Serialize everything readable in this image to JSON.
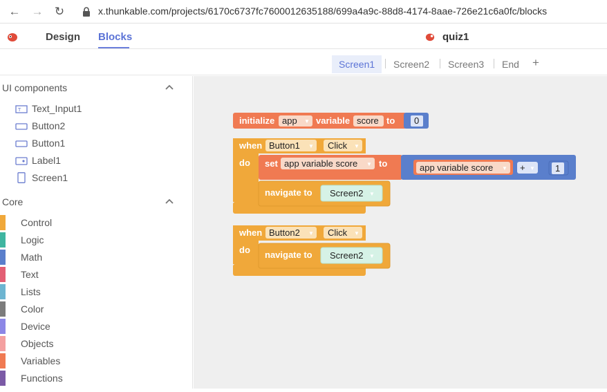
{
  "browser": {
    "url": "x.thunkable.com/projects/6170c6737fc7600012635188/699a4a9c-88d8-4174-8aae-726e21c6a0fc/blocks"
  },
  "header": {
    "tabs": [
      {
        "label": "Design"
      },
      {
        "label": "Blocks",
        "active": true
      }
    ],
    "project_name": "quiz1"
  },
  "screens": {
    "tabs": [
      "Screen1",
      "Screen2",
      "Screen3",
      "End"
    ],
    "active": "Screen1",
    "add_label": "+"
  },
  "sidebar": {
    "ui_title": "UI components",
    "components": [
      {
        "label": "Text_Input1",
        "icon": "text-input-icon"
      },
      {
        "label": "Button2",
        "icon": "button-icon"
      },
      {
        "label": "Button1",
        "icon": "button-icon"
      },
      {
        "label": "Label1",
        "icon": "label-icon"
      },
      {
        "label": "Screen1",
        "icon": "screen-icon"
      }
    ],
    "core_title": "Core",
    "core": [
      {
        "label": "Control",
        "color": "#f0a83a"
      },
      {
        "label": "Logic",
        "color": "#3fb5a0"
      },
      {
        "label": "Math",
        "color": "#5a7fcc"
      },
      {
        "label": "Text",
        "color": "#e35f74"
      },
      {
        "label": "Lists",
        "color": "#6db5d1"
      },
      {
        "label": "Color",
        "color": "#7c7c7c"
      },
      {
        "label": "Device",
        "color": "#8c87e6"
      },
      {
        "label": "Objects",
        "color": "#f4a0a0"
      },
      {
        "label": "Variables",
        "color": "#f07a52"
      },
      {
        "label": "Functions",
        "color": "#7b5aa6"
      }
    ]
  },
  "blocks": {
    "init": {
      "kw_initialize": "initialize",
      "scope": "app",
      "kw_variable": "variable",
      "name": "score",
      "kw_to": "to",
      "value": "0"
    },
    "event1": {
      "kw_when": "when",
      "component": "Button1",
      "event": "Click",
      "kw_do": "do",
      "set": {
        "kw_set": "set",
        "target": "app variable score",
        "kw_to": "to",
        "get": "app variable score",
        "op": "+",
        "operand": "1"
      },
      "navigate": {
        "kw_navigate": "navigate to",
        "screen": "Screen2"
      }
    },
    "event2": {
      "kw_when": "when",
      "component": "Button2",
      "event": "Click",
      "kw_do": "do",
      "navigate": {
        "kw_navigate": "navigate to",
        "screen": "Screen2"
      }
    },
    "colors": {
      "control": "#f0a83a",
      "variables": "#f07a52",
      "math": "#5a7fcc",
      "navigate": "#f0a83a",
      "screen_field": "#d6f2e6"
    }
  }
}
